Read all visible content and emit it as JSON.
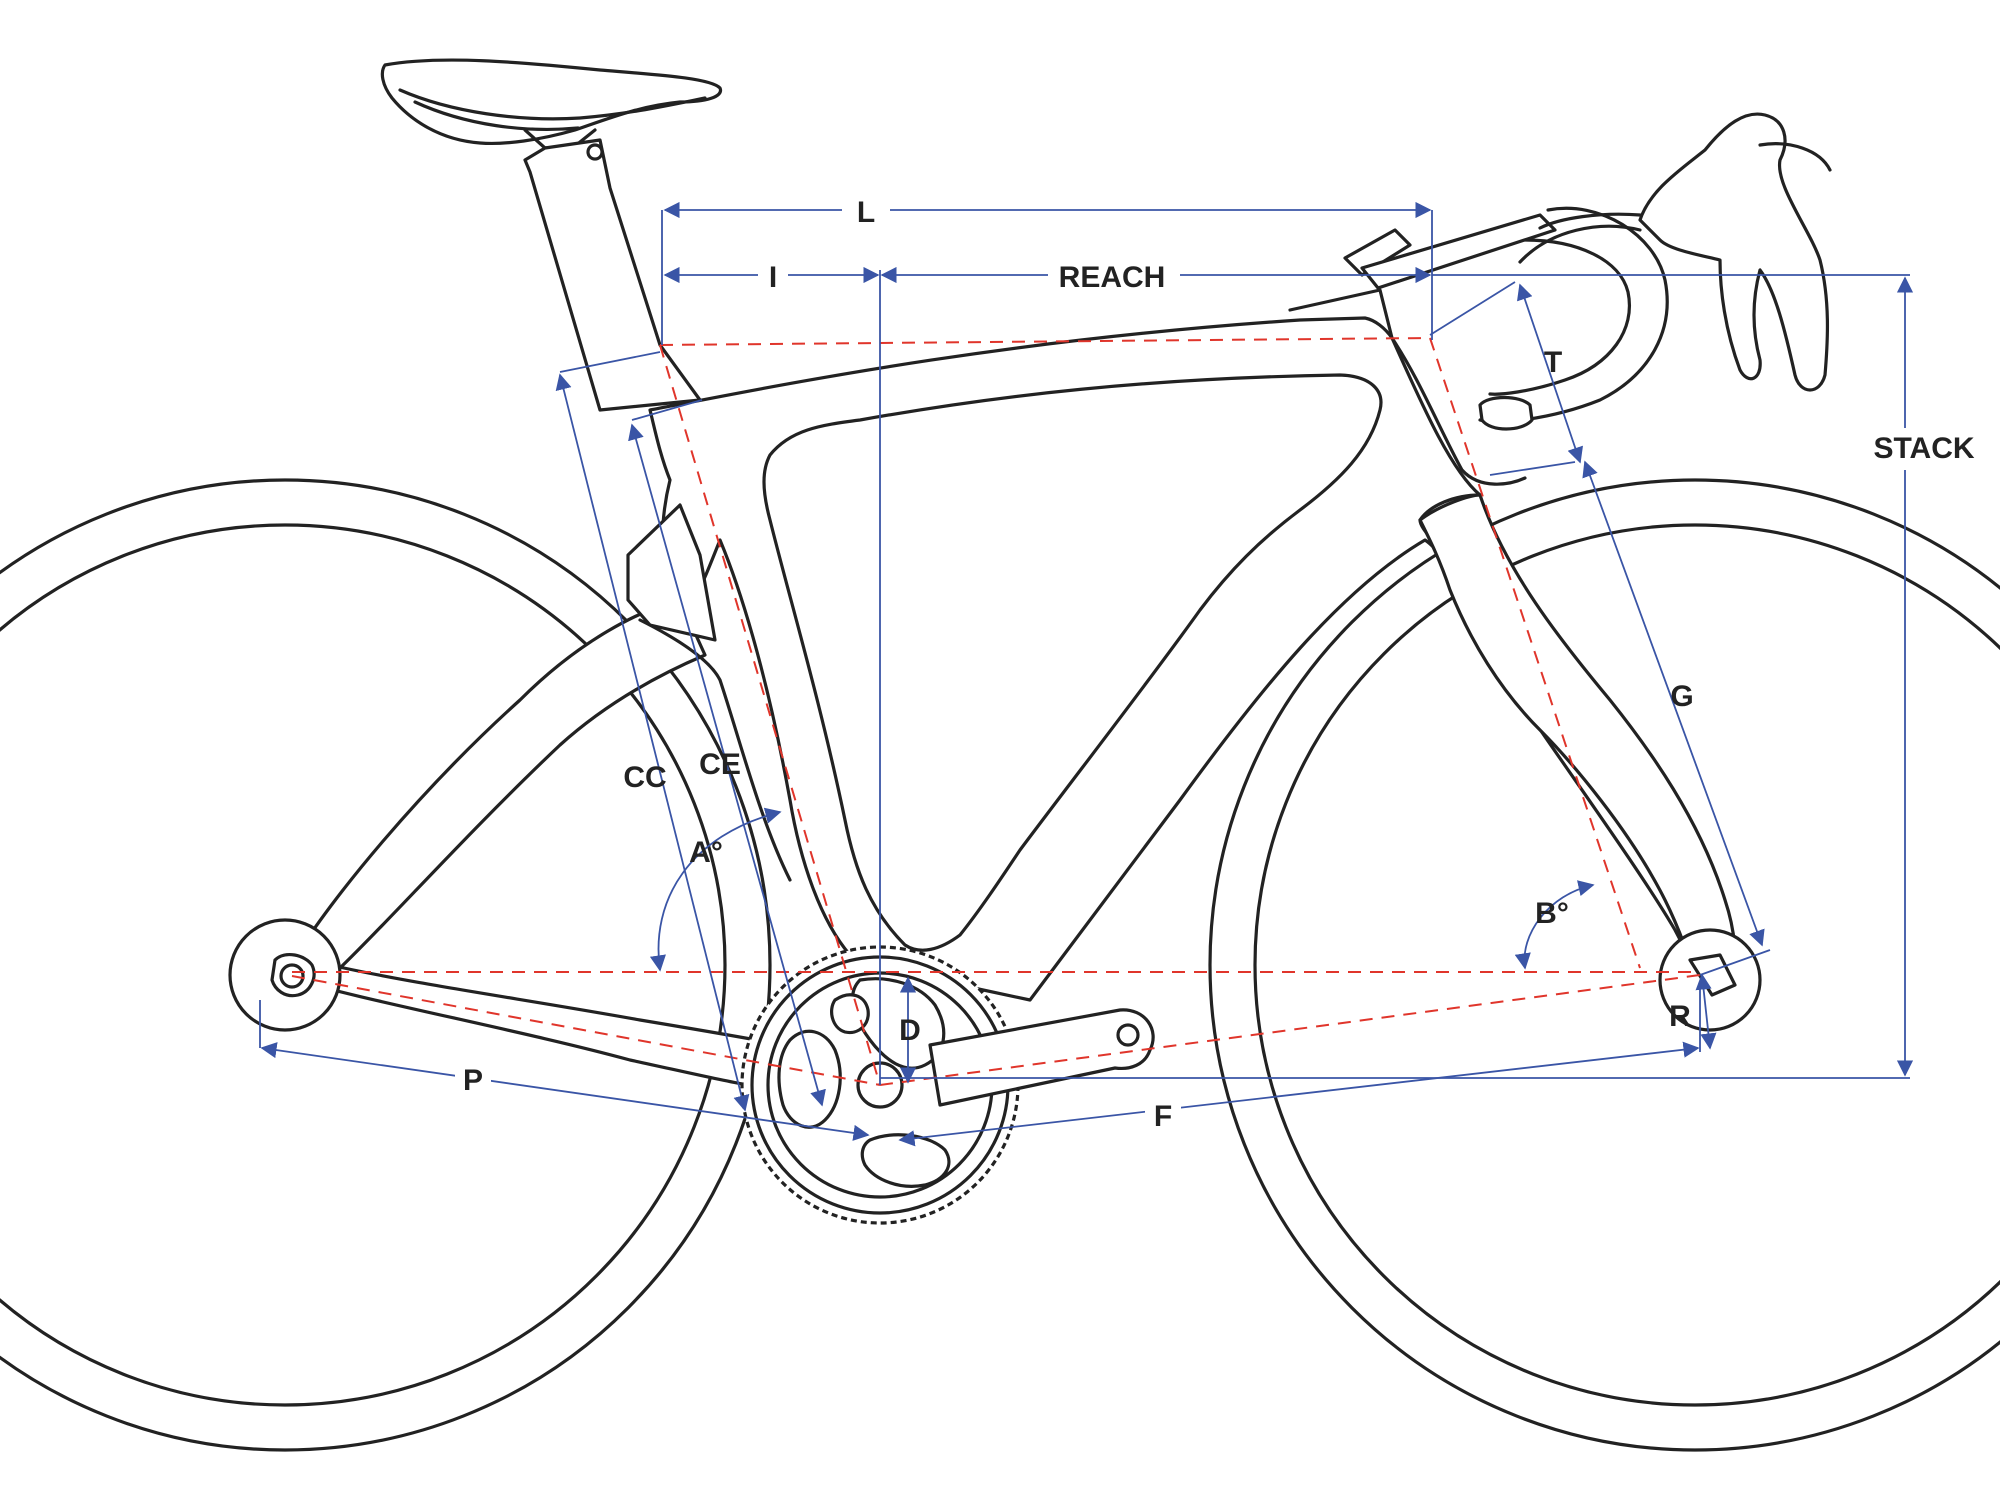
{
  "labels": {
    "L": "L",
    "I": "I",
    "REACH": "REACH",
    "T": "T",
    "STACK": "STACK",
    "G": "G",
    "CC": "CC",
    "CE": "CE",
    "A": "A°",
    "B": "B°",
    "D": "D",
    "R": "R",
    "P": "P",
    "F": "F"
  },
  "colors": {
    "outline": "#222222",
    "dimension": "#3a55a6",
    "geometry": "#e0352b"
  }
}
